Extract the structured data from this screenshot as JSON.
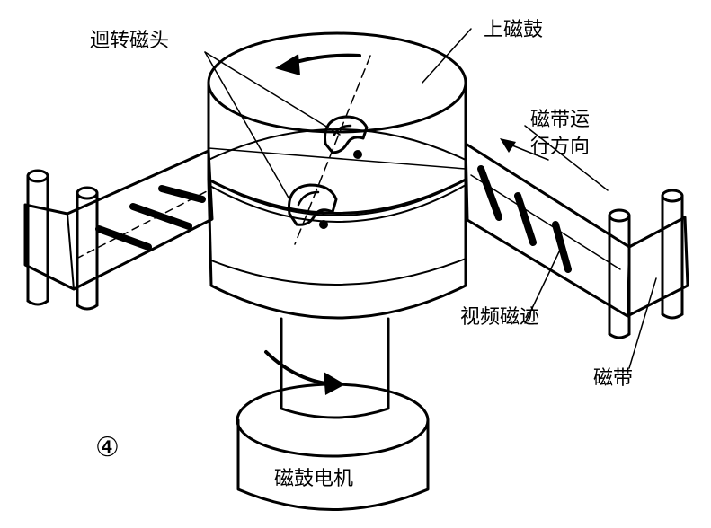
{
  "labels": {
    "rotating_head": "迴转磁头",
    "upper_drum": "上磁鼓",
    "tape_direction_line1": "磁带运",
    "tape_direction_line2": "行方向",
    "video_track": "视频磁迹",
    "tape": "磁带",
    "drum_motor": "磁鼓电机",
    "figure_number": "④"
  },
  "colors": {
    "ink": "#000000",
    "paper": "#ffffff"
  }
}
